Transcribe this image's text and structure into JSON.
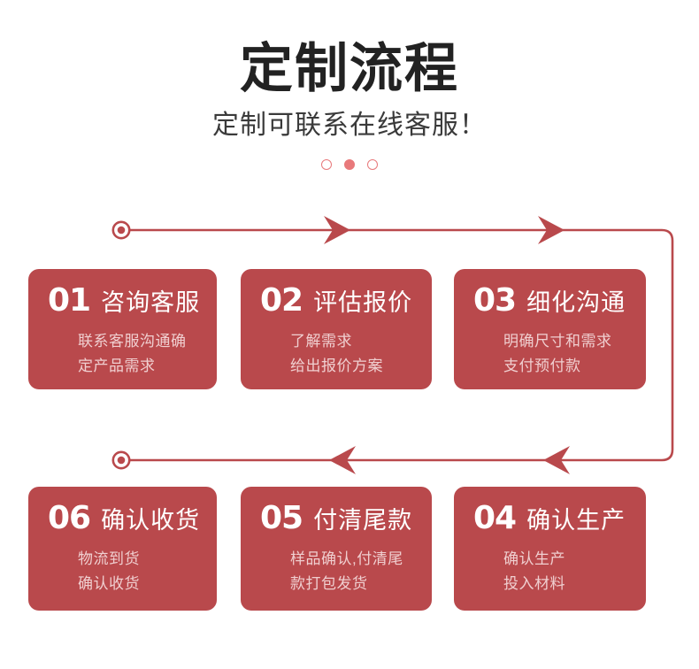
{
  "header": {
    "title": "定制流程",
    "subtitle": "定制可联系在线客服！",
    "dots": [
      {
        "name": "dot-1",
        "filled": false
      },
      {
        "name": "dot-2",
        "filled": true
      },
      {
        "name": "dot-3",
        "filled": false
      }
    ]
  },
  "colors": {
    "card_background": "#b9494c",
    "connector_line": "#b9494c",
    "dot_accent": "#e8797b",
    "title_text": "#222222",
    "card_title_text": "#ffffff",
    "card_body_text": "#f0cfd0",
    "page_background": "#ffffff"
  },
  "steps": [
    {
      "number": "01",
      "title": "咨询客服",
      "body_lines": [
        "联系客服沟通确",
        "定产品需求"
      ]
    },
    {
      "number": "02",
      "title": "评估报价",
      "body_lines": [
        "了解需求",
        "给出报价方案"
      ]
    },
    {
      "number": "03",
      "title": "细化沟通",
      "body_lines": [
        "明确尺寸和需求",
        "支付预付款"
      ]
    },
    {
      "number": "04",
      "title": "确认生产",
      "body_lines": [
        "确认生产",
        "投入材料"
      ]
    },
    {
      "number": "05",
      "title": "付清尾款",
      "body_lines": [
        "样品确认,付清尾",
        "款打包发货"
      ]
    },
    {
      "number": "06",
      "title": "确认收货",
      "body_lines": [
        "物流到货",
        "确认收货"
      ]
    }
  ],
  "flow": {
    "top_row_direction": "left-to-right",
    "bottom_row_direction": "right-to-left",
    "top_start_marker": "circle-dot-marker",
    "bottom_start_marker": "circle-dot-marker"
  }
}
